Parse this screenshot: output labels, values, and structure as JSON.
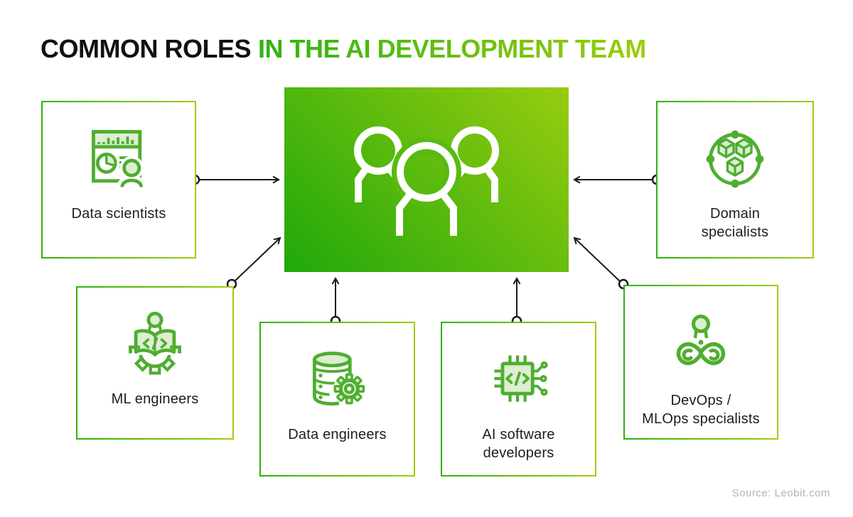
{
  "title": {
    "prefix": "COMMON ROLES",
    "highlight": "IN THE AI DEVELOPMENT TEAM"
  },
  "center_box": {
    "icon": "team-group-icon"
  },
  "roles": [
    {
      "id": "data-scientists",
      "label": "Data scientists",
      "icon": "analytics-dashboard-person-icon"
    },
    {
      "id": "domain-specialists",
      "label": "Domain\nspecialists",
      "icon": "cubes-network-icon"
    },
    {
      "id": "ml-engineers",
      "label": "ML engineers",
      "icon": "book-code-gear-icon"
    },
    {
      "id": "data-engineers",
      "label": "Data engineers",
      "icon": "database-gear-icon"
    },
    {
      "id": "ai-software-developers",
      "label": "AI software\ndevelopers",
      "icon": "chip-code-icon"
    },
    {
      "id": "devops-mlops-specialists",
      "label": "DevOps /\nMLOps specialists",
      "icon": "infinity-devops-person-icon"
    }
  ],
  "footer": {
    "source": "Source: Leobit.com"
  },
  "colors": {
    "icon_green": "#4fae2f",
    "icon_green_light": "#ddeed3",
    "center_gradient_start": "#1fa80b",
    "center_gradient_end": "#98cc10",
    "border_gradient_start": "#2eb20c",
    "border_gradient_end": "#9ecd0b",
    "title_black": "#111111",
    "title_green_start": "#2eb315",
    "title_green_end": "#9ccc0b",
    "arrow_black": "#1a1a1a",
    "source_gray": "#b4b4b4"
  }
}
